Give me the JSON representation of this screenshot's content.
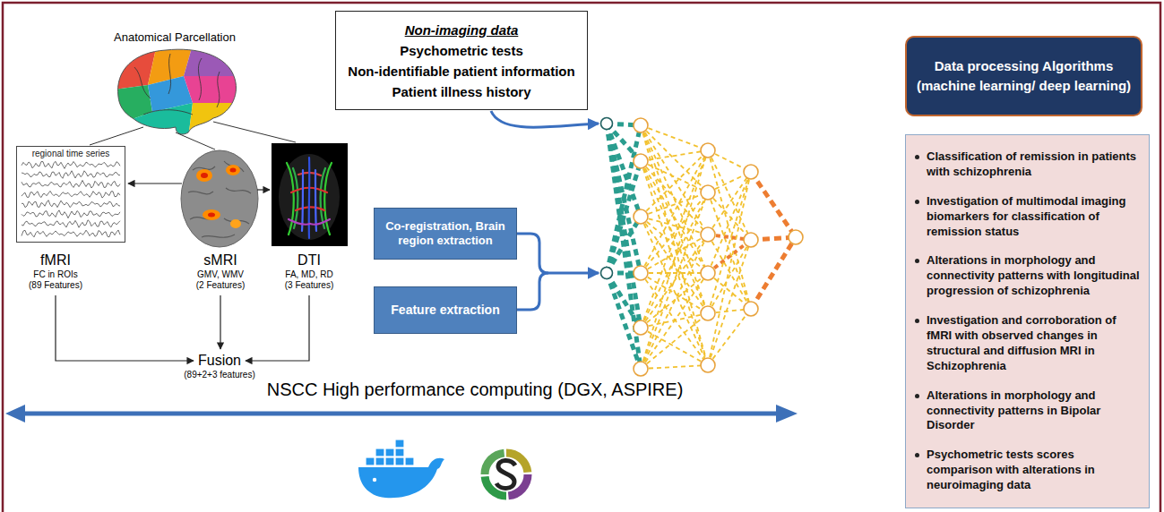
{
  "diagram": {
    "nodes": [
      {
        "text": [
          "regional time series"
        ]
      },
      {
        "text": [
          "Non-imaging data",
          "Psychometric tests",
          "Non-identifiable patient information",
          "Patient illness history"
        ]
      },
      {
        "text": [
          "Co-registration, Brain region extraction"
        ]
      },
      {
        "text": [
          "Feature extraction"
        ]
      },
      {
        "text": [
          "Data processing Algorithms (machine learning/ deep learning)"
        ]
      },
      {
        "text": [
          "Classification of remission in patients with schizophrenia",
          "Investigation of multimodal imaging biomarkers for classification of remission status",
          "Alterations in morphology and connectivity patterns with longitudinal progression of schizophrenia",
          "Investigation and corroboration of fMRI with observed changes in structural and diffusion MRI in Schizophrenia",
          "Alterations in morphology and connectivity patterns in Bipolar Disorder",
          "Psychometric tests scores comparison with alterations in neuroimaging data"
        ]
      }
    ],
    "labels": [
      "Anatomical Parcellation",
      "fMRI",
      "FC in ROIs",
      "(89 Features)",
      "sMRI",
      "GMV, WMV",
      "(2 Features)",
      "DTI",
      "FA, MD, RD",
      "(3 Features)",
      "Fusion",
      "(89+2+3 features)",
      "NSCC High performance computing (DGX, ASPIRE)"
    ]
  }
}
